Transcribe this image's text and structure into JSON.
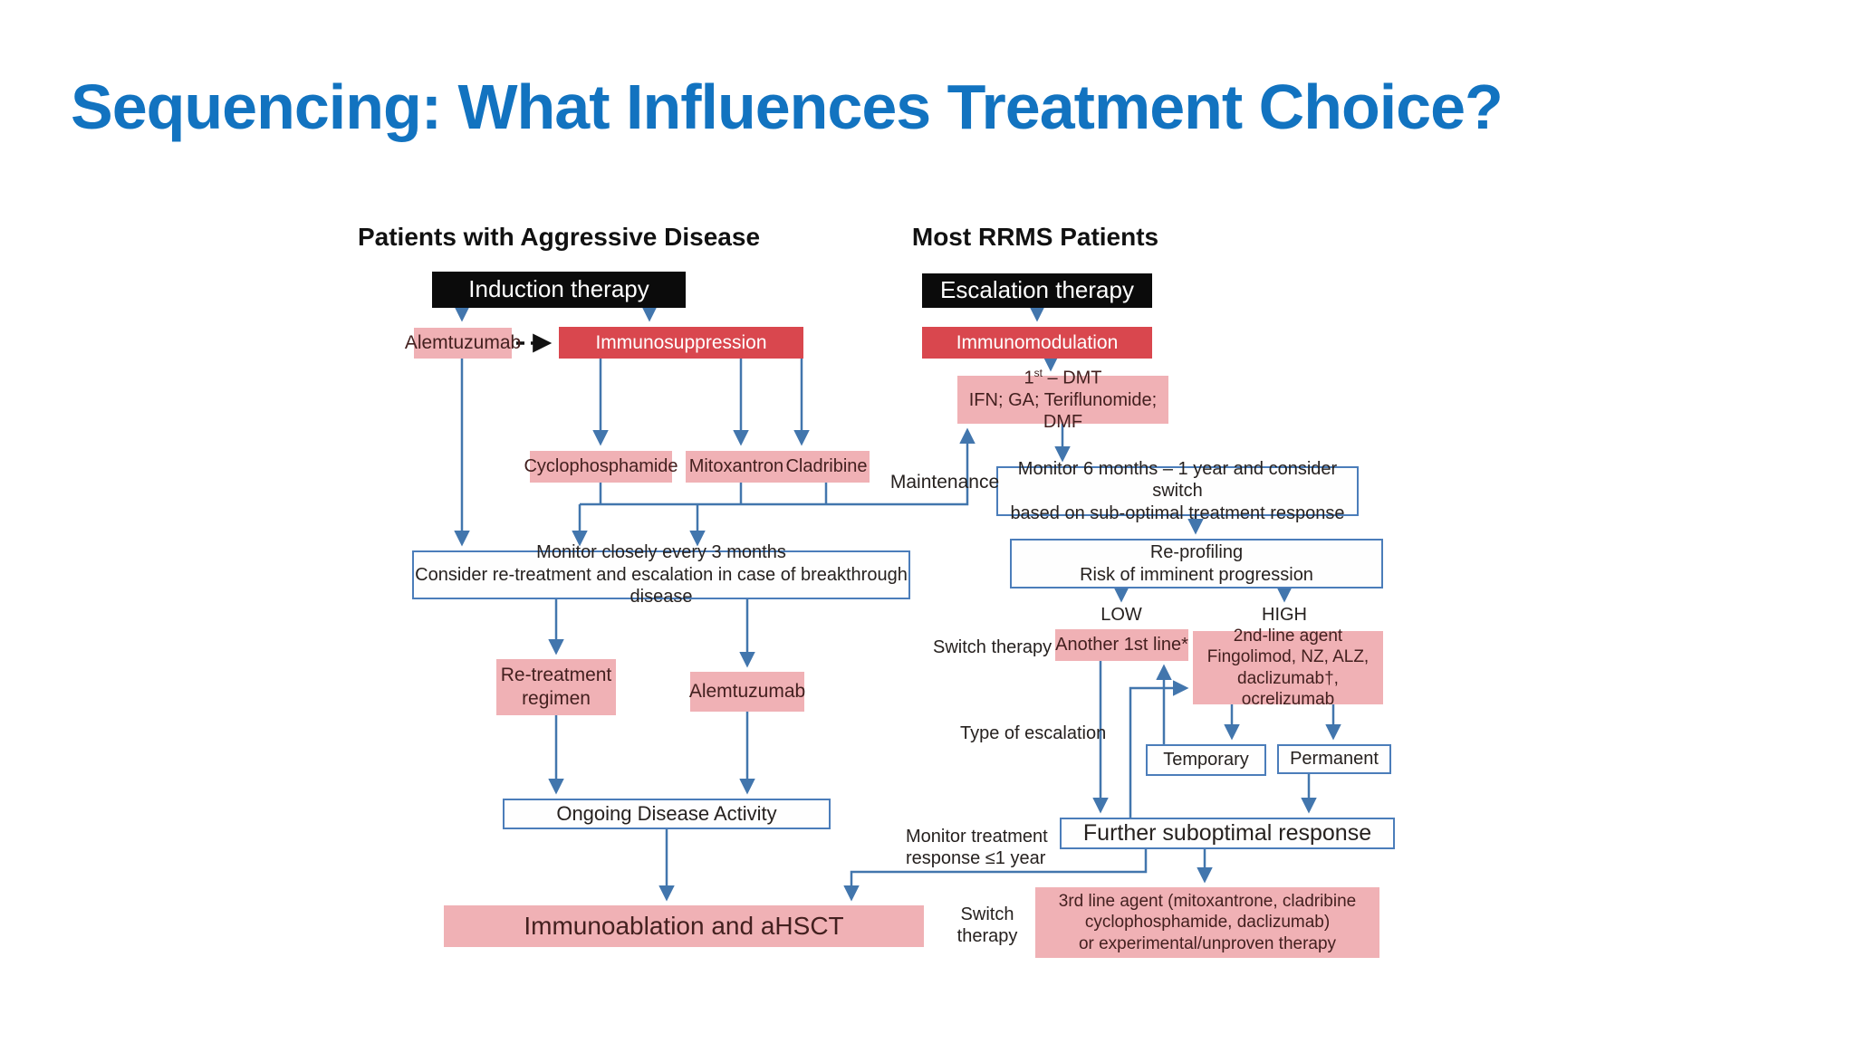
{
  "title": {
    "text": "Sequencing: What Influences Treatment Choice?"
  },
  "colors": {
    "title_blue": "#1273c0",
    "arrow_blue": "#4276ad",
    "box_border_blue": "#4b7dba",
    "red_box": "#d9474e",
    "pink_box": "#f0b1b5",
    "black_box": "#0b0b0b"
  },
  "columns": {
    "left_header": "Patients with Aggressive Disease",
    "right_header": "Most RRMS Patients"
  },
  "nodes": {
    "induction": {
      "label": "Induction therapy"
    },
    "escalation": {
      "label": "Escalation therapy"
    },
    "alemtuzumab_first": {
      "label": "Alemtuzumab"
    },
    "immunosuppression": {
      "label": "Immunosuppression"
    },
    "immunomodulation": {
      "label": "Immunomodulation"
    },
    "first_dmt": {
      "line1_base": "1",
      "line1_sup": "st",
      "line1_rest": " – DMT",
      "line2": "IFN; GA; Teriflunomide; DMF"
    },
    "cyclophosphamide": {
      "label": "Cyclophosphamide"
    },
    "mitoxantrone": {
      "label": "Mitoxantrone"
    },
    "cladribine": {
      "label": "Cladribine"
    },
    "monitor_aggressive": {
      "line1": "Monitor closely every 3 months",
      "line2": "Consider re-treatment and escalation in case of breakthrough disease"
    },
    "monitor_rrms": {
      "line1": "Monitor 6 months – 1 year and consider switch",
      "line2": "based on sub-optimal treatment response"
    },
    "reprofiling": {
      "line1": "Re-profiling",
      "line2": "Risk of imminent progression"
    },
    "another_first_line": {
      "label": "Another 1st line*"
    },
    "second_line": {
      "line1": "2nd-line agent",
      "line2": "Fingolimod, NZ, ALZ,",
      "line3": "daclizumab†, ocrelizumab"
    },
    "temporary": {
      "label": "Temporary"
    },
    "permanent": {
      "label": "Permanent"
    },
    "retreatment": {
      "line1": "Re-treatment",
      "line2": "regimen"
    },
    "alemtuzumab_second": {
      "label": "Alemtuzumab"
    },
    "ongoing": {
      "label": "Ongoing Disease Activity"
    },
    "further_suboptimal": {
      "label": "Further suboptimal response"
    },
    "immunoablation": {
      "label": "Immunoablation and aHSCT"
    },
    "third_line": {
      "line1": "3rd line agent (mitoxantrone, cladribine",
      "line2": "cyclophosphamide, daclizumab)",
      "line3": "or experimental/unproven therapy"
    }
  },
  "labels": {
    "maintenance": "Maintenance",
    "low": "LOW",
    "high": "HIGH",
    "switch_therapy": "Switch therapy",
    "type_of_escalation": "Type of escalation",
    "monitor_treatment_line1": "Monitor treatment",
    "monitor_treatment_line2": "response ≤1 year",
    "switch_bottom_line1": "Switch",
    "switch_bottom_line2": "therapy"
  }
}
